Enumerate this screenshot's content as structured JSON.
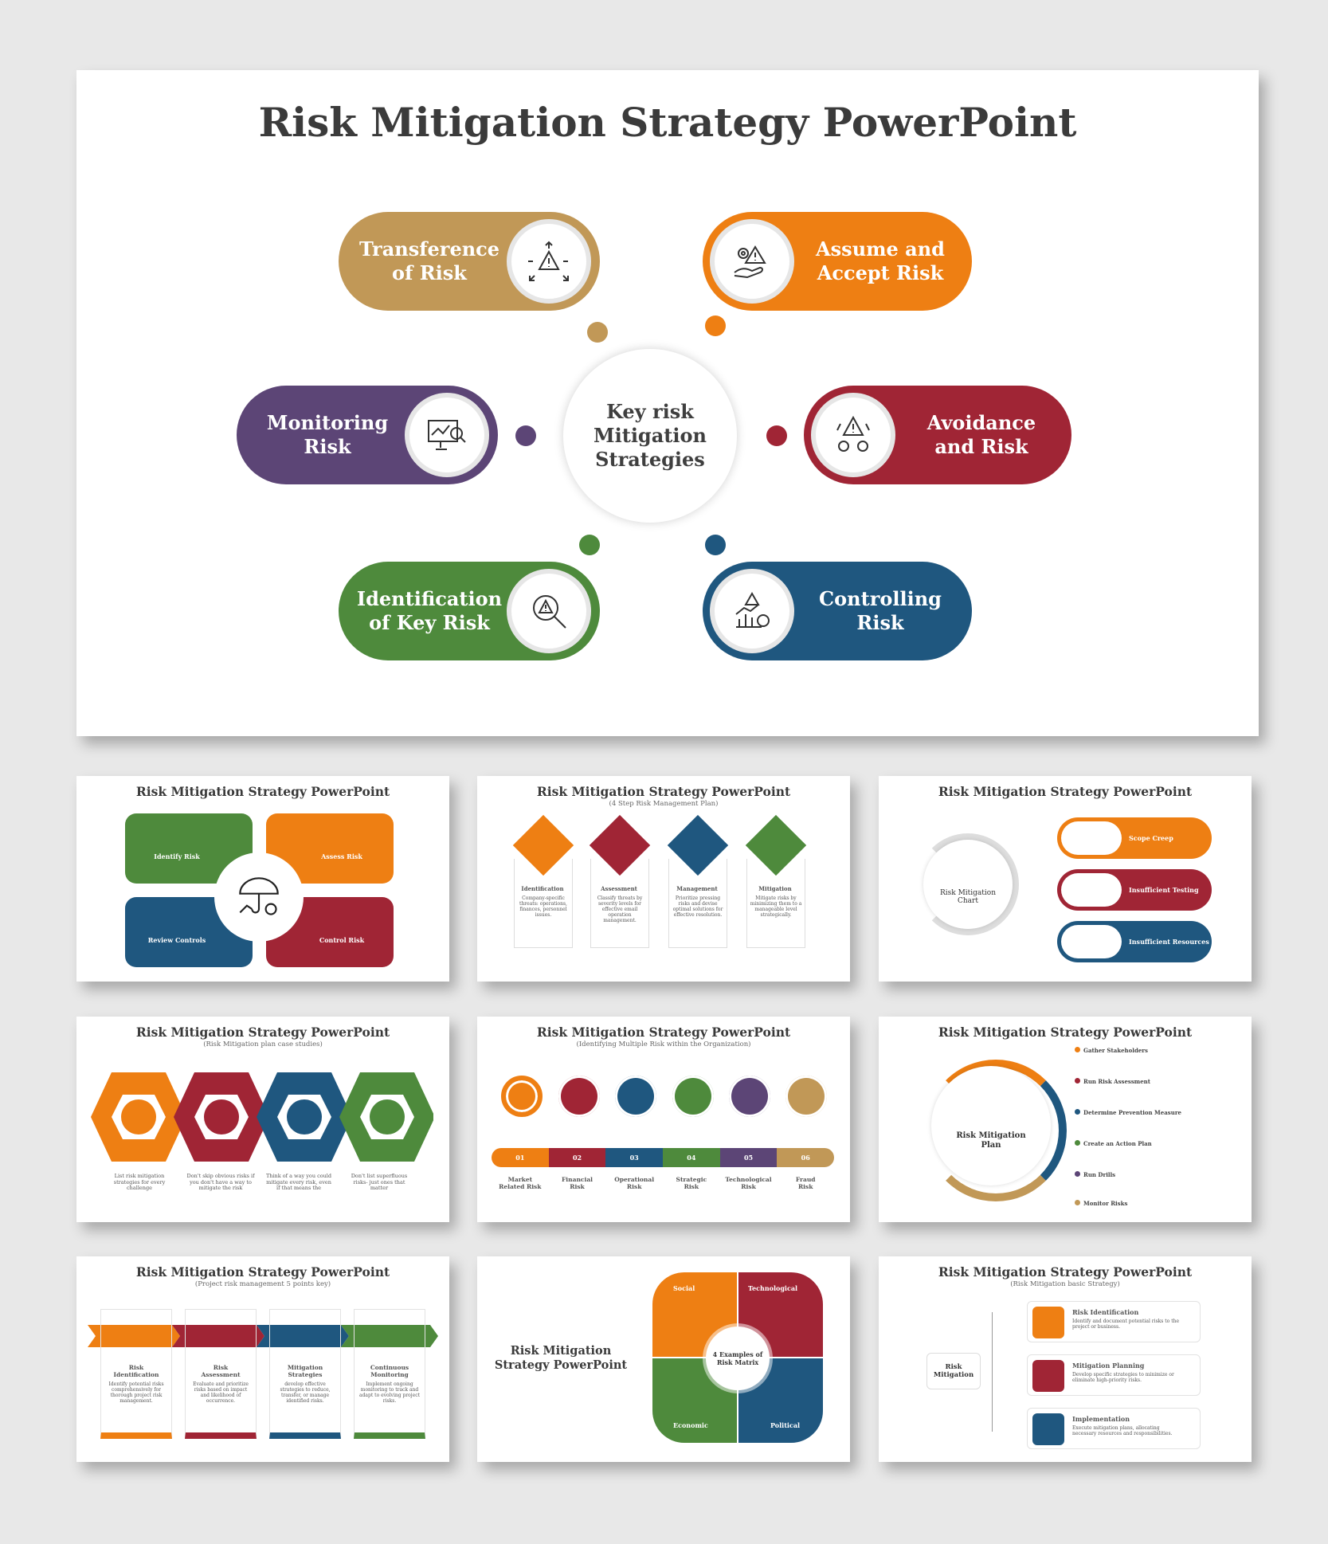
{
  "colors": {
    "tan": "#c19857",
    "orange": "#ee7f13",
    "purple": "#5c4576",
    "red": "#a02535",
    "green": "#4e8a3c",
    "blue": "#1f577f"
  },
  "main": {
    "title": "Risk Mitigation Strategy PowerPoint",
    "center": "Key risk\nMitigation\nStrategies",
    "pills": [
      {
        "label": "Transference\nof Risk",
        "icon": "warning-arrows-icon"
      },
      {
        "label": "Assume and\nAccept Risk",
        "icon": "gear-warning-hand-icon"
      },
      {
        "label": "Monitoring\nRisk",
        "icon": "monitor-chart-search-icon"
      },
      {
        "label": "Avoidance\n and Risk",
        "icon": "warning-gears-icon"
      },
      {
        "label": "Identification\nof Key Risk",
        "icon": "magnifier-warning-icon"
      },
      {
        "label": "Controlling\nRisk",
        "icon": "chart-coin-icon"
      }
    ]
  },
  "thumbs": {
    "t1": {
      "title": "Risk Mitigation Strategy PowerPoint",
      "items": [
        "Identify Risk",
        "Assess Risk",
        "Review Controls",
        "Control Risk"
      ]
    },
    "t2": {
      "title": "Risk Mitigation Strategy PowerPoint",
      "subtitle": "(4 Step Risk Management Plan)",
      "steps": [
        {
          "head": "Identification",
          "body": "Company-specific threats: operations, finances, personnel issues."
        },
        {
          "head": "Assessment",
          "body": "Classify threats by severity levels for effective email operation management."
        },
        {
          "head": "Management",
          "body": "Prioritize pressing risks and devise optimal solutions for effective resolution."
        },
        {
          "head": "Mitigation",
          "body": "Mitigate risks by minimizing them to a manageable level strategically."
        }
      ]
    },
    "t3": {
      "title": "Risk Mitigation Strategy PowerPoint",
      "center": "Risk Mitigation\nChart",
      "items": [
        "Scope Creep",
        "Insufficient Testing",
        "Insufficient Resources"
      ]
    },
    "t4": {
      "title": "Risk Mitigation Strategy PowerPoint",
      "subtitle": "(Risk Mitigation plan case  studies)",
      "texts": [
        "List risk mitigation strategies for every challenge",
        "Don't skip obvious risks if you don't have a way to mitigate the risk",
        "Think of a way you could mitigate every risk, even if that means the",
        "Don't list superfluous risks- just ones that matter"
      ]
    },
    "t5": {
      "title": "Risk Mitigation Strategy PowerPoint",
      "subtitle": "(Identifying Multiple Risk within the Organization)",
      "nums": [
        "01",
        "02",
        "03",
        "04",
        "05",
        "06"
      ],
      "labels": [
        "Market\nRelated Risk",
        "Financial\nRisk",
        "Operational\nRisk",
        "Strategic\nRisk",
        "Technological\nRisk",
        "Fraud\nRisk"
      ]
    },
    "t6": {
      "title": "Risk Mitigation Strategy PowerPoint",
      "center": "Risk Mitigation\nPlan",
      "items": [
        "Gather Stakeholders",
        "Run Risk Assessment",
        "Determine Prevention Measure",
        "Create an Action Plan",
        "Run Drills",
        "Monitor Risks"
      ]
    },
    "t7": {
      "title": "Risk Mitigation Strategy PowerPoint",
      "subtitle": "(Project risk management 5 points key)",
      "items": [
        {
          "head": "Risk\nIdentification",
          "body": "Identify potential risks comprehensively for thorough project risk management."
        },
        {
          "head": "Risk\nAssessment",
          "body": "Evaluate and prioritize risks based on impact and likelihood of occurrence."
        },
        {
          "head": "Mitigation\nStrategies",
          "body": "develop effective strategies to reduce, transfer, or manage identified risks."
        },
        {
          "head": "Continuous\nMonitoring",
          "body": "Implement ongoing monitoring to track and adapt to evolving project risks."
        }
      ]
    },
    "t8": {
      "title": "Risk Mitigation\nStrategy PowerPoint",
      "center": "4 Examples of\nRisk Matrix",
      "quadrants": [
        "Social",
        "Technological",
        "Economic",
        "Political"
      ]
    },
    "t9": {
      "title": "Risk Mitigation Strategy PowerPoint",
      "subtitle": "(Risk Mitigation basic Strategy)",
      "root": "Risk\nMitigation",
      "items": [
        {
          "head": "Risk Identification",
          "body": "Identify and document potential risks to the project or business."
        },
        {
          "head": "Mitigation Planning",
          "body": "Develop specific strategies to minimize or eliminate high-priority risks."
        },
        {
          "head": "Implementation",
          "body": "Execute mitigation plans, allocating necessary resources and responsibilities."
        }
      ]
    }
  }
}
